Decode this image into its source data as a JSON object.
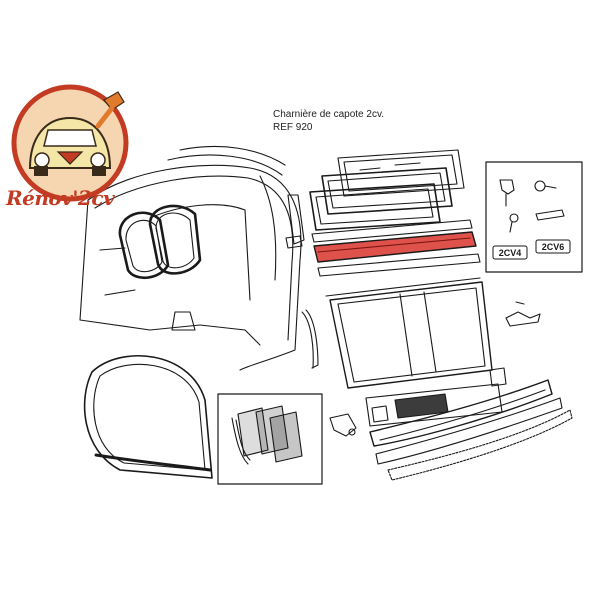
{
  "caption": {
    "line1": "Charnière de capote 2cv.",
    "line2": "REF 920"
  },
  "logo": {
    "text": "Rénov'2cv",
    "colors": {
      "ring": "#c23b22",
      "fill": "#f6d6b0",
      "car": "#f3e6a6",
      "wrench": "#e07a2c"
    }
  },
  "badges": [
    "2CV4",
    "2CV6"
  ],
  "colors": {
    "line": "#1a1a1a",
    "highlight": "#d9342b",
    "background": "#ffffff"
  }
}
